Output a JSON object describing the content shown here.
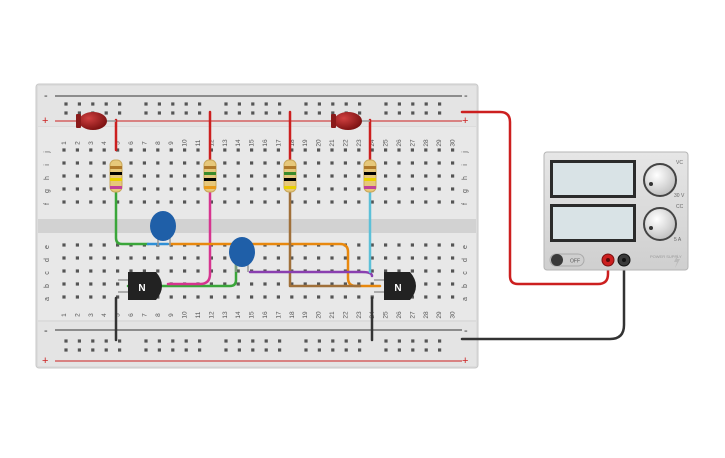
{
  "breadboard": {
    "rail_minus_label": "-",
    "rail_plus_label": "+",
    "column_numbers": [
      "1",
      "2",
      "3",
      "4",
      "5",
      "6",
      "7",
      "8",
      "9",
      "10",
      "11",
      "12",
      "13",
      "14",
      "15",
      "16",
      "17",
      "18",
      "19",
      "20",
      "21",
      "22",
      "23",
      "24",
      "25",
      "26",
      "27",
      "28",
      "29",
      "30"
    ],
    "row_letters_top": [
      "j",
      "i",
      "h",
      "g",
      "f"
    ],
    "row_letters_bottom": [
      "e",
      "d",
      "c",
      "b",
      "a"
    ]
  },
  "transistors": [
    {
      "label": "N"
    },
    {
      "label": "N"
    }
  ],
  "power_supply": {
    "off_label": "OFF",
    "voltage_knob_label": "VC",
    "current_knob_label": "CC",
    "voltage_scale": "30 V",
    "current_scale": "5 A",
    "brand_text": "POWER SUPPLY",
    "colors": {
      "positive": "#cc1f1f",
      "negative": "#333333"
    }
  },
  "wire_colors": {
    "red": "#cc1f1f",
    "black": "#333333",
    "green": "#3aa63a",
    "blue": "#2f8fd6",
    "orange": "#e8880e",
    "magenta": "#d6348f",
    "brown": "#a0703a",
    "cyan": "#5cc0d8",
    "purple": "#8a3fb0"
  }
}
